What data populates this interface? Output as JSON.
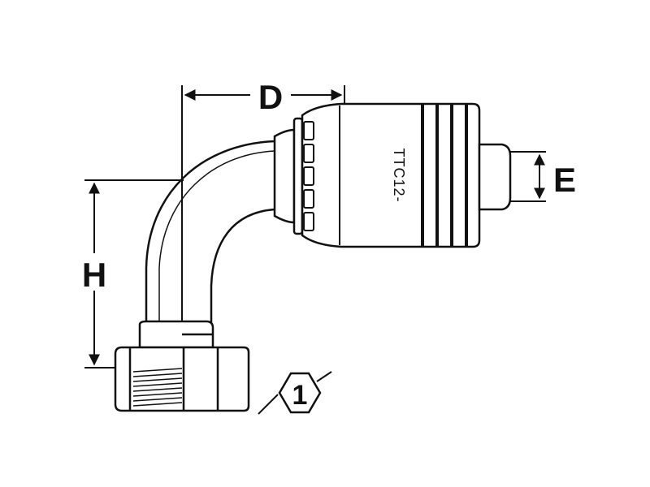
{
  "labels": {
    "dim_d": "D",
    "dim_e": "E",
    "dim_h": "H",
    "callout_number": "1",
    "part_marking": "TTC12-"
  },
  "colors": {
    "line": "#111111",
    "background": "#ffffff"
  }
}
